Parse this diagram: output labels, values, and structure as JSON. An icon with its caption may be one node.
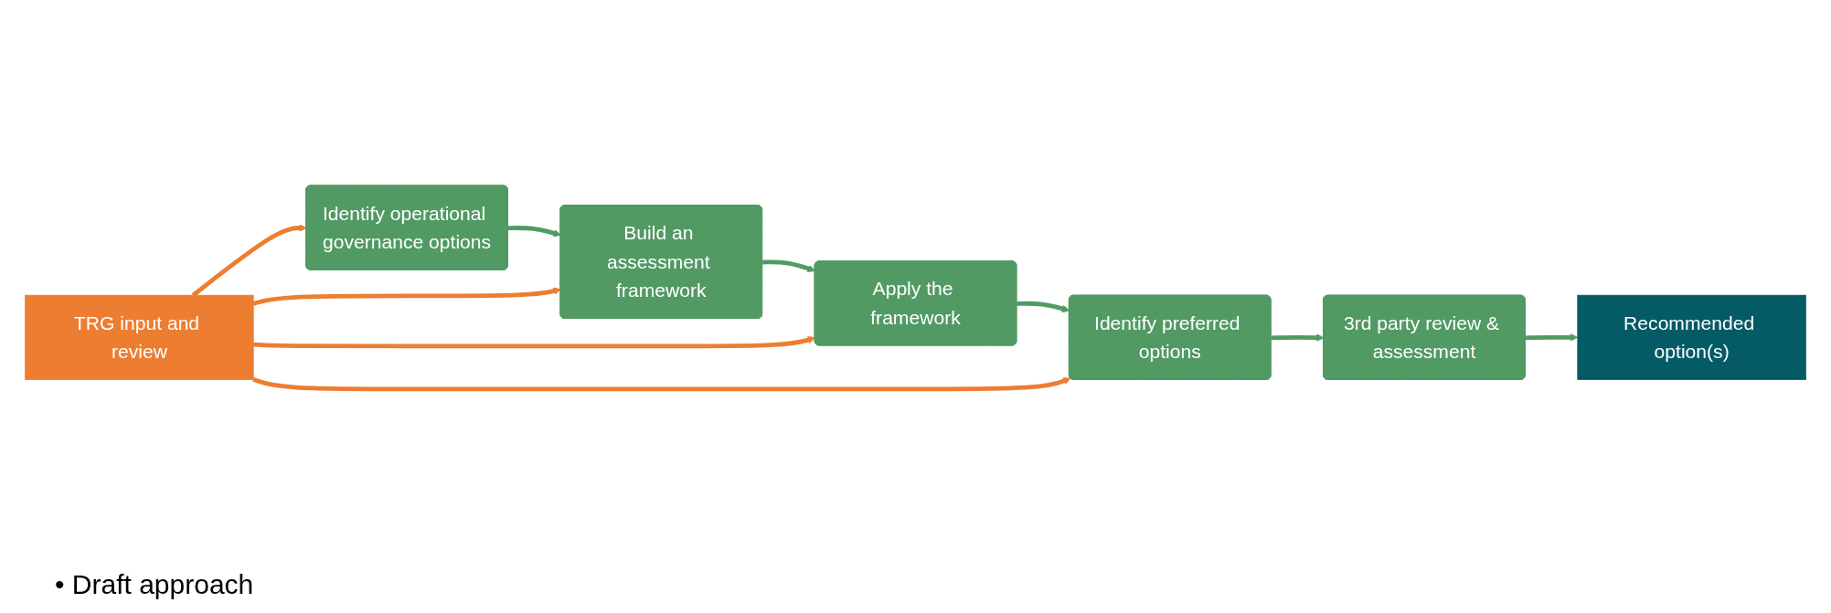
{
  "diagram": {
    "nodes": [
      {
        "text": [
          "Identify operational governance options"
        ]
      },
      {
        "text": [
          "Build an assessment framework"
        ]
      },
      {
        "text": [
          "Apply the framework"
        ]
      },
      {
        "text": [
          "Identify preferred options"
        ]
      },
      {
        "text": [
          "3rd party review & assessment"
        ]
      },
      {
        "text": [
          "TRG input and review"
        ]
      },
      {
        "text": [
          "Recommended option(s)"
        ]
      }
    ],
    "edges": [
      {
        "from": 0,
        "to": 1,
        "arrow": "to"
      },
      {
        "from": 1,
        "to": 2,
        "arrow": "to"
      },
      {
        "from": 2,
        "to": 3,
        "arrow": "to"
      },
      {
        "from": 3,
        "to": 4,
        "arrow": "to"
      },
      {
        "from": 5,
        "to": 0,
        "arrow": "to",
        "color": "#ed7d31"
      },
      {
        "from": 5,
        "to": 1,
        "arrow": "to",
        "color": "#ed7d31"
      },
      {
        "from": 5,
        "to": 2,
        "arrow": "to",
        "color": "#ed7d31"
      },
      {
        "from": 5,
        "to": 3,
        "arrow": "to",
        "color": "#ed7d31"
      },
      {
        "from": 4,
        "to": 6,
        "arrow": "to"
      }
    ],
    "labels": [
      "• Draft approach"
    ]
  }
}
